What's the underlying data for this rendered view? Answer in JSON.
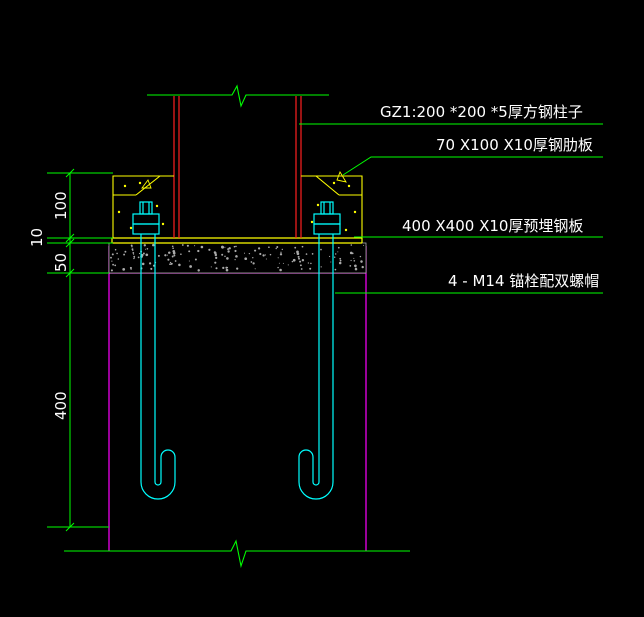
{
  "drawing": {
    "labels": {
      "column": "GZ1:200 *200 *5厚方钢柱子",
      "rib_plate": "70 X100 X10厚钢肋板",
      "embed_plate": "400 X400 X10厚预埋钢板",
      "anchor": "4 - M14 锚栓配双螺帽"
    },
    "dimensions": {
      "d100": "100",
      "d10": "10",
      "d50": "50",
      "d400": "400"
    },
    "colors": {
      "background": "#000000",
      "leader": "#00ff00",
      "dimension": "#00ff00",
      "column": "#ff2020",
      "rib": "#ffff00",
      "bolt": "#00ffff",
      "foundation": "#ff00ff",
      "text": "#ffffff"
    }
  }
}
